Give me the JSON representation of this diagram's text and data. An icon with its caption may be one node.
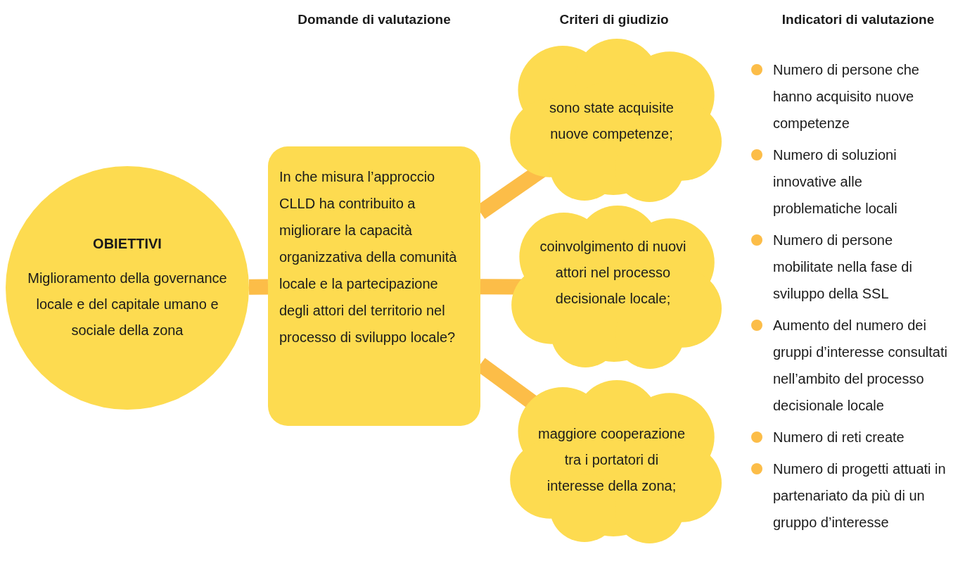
{
  "diagram": {
    "nodes": [
      {
        "text": [
          "OBIETTIVI",
          "Miglioramento della governance locale e del capitale umano e sociale della zona"
        ]
      },
      {
        "text": [
          "In che misura l’approccio CLLD ha contribuito a migliorare la capacità organizzativa della comunità locale e la partecipazione degli attori del territorio nel processo di sviluppo locale?"
        ]
      },
      {
        "text": [
          "sono state acquisite nuove competenze;"
        ]
      },
      {
        "text": [
          "coinvolgimento di nuovi attori nel processo decisionale locale;"
        ]
      },
      {
        "text": [
          "maggiore cooperazione tra i portatori di interesse della zona;"
        ]
      }
    ],
    "edges": [
      {
        "from": 0,
        "to": 1,
        "arrow": "none"
      },
      {
        "from": 1,
        "to": 2,
        "arrow": "none"
      },
      {
        "from": 1,
        "to": 3,
        "arrow": "none"
      },
      {
        "from": 1,
        "to": 4,
        "arrow": "none"
      }
    ],
    "labels": [
      "Domande di valutazione",
      "Criteri di giudizio",
      "Indicatori di valutazione",
      "Numero di persone che hanno acquisito nuove competenze",
      "Numero di soluzioni innovative alle problematiche locali",
      "Numero di persone mobilitate nella fase di sviluppo della SSL",
      "Aumento del numero dei gruppi d’interesse consultati nell’ambito del processo decisionale locale",
      "Numero di reti create",
      "Numero di progetti attuati in partenariato da più di un gruppo d’interesse"
    ]
  }
}
